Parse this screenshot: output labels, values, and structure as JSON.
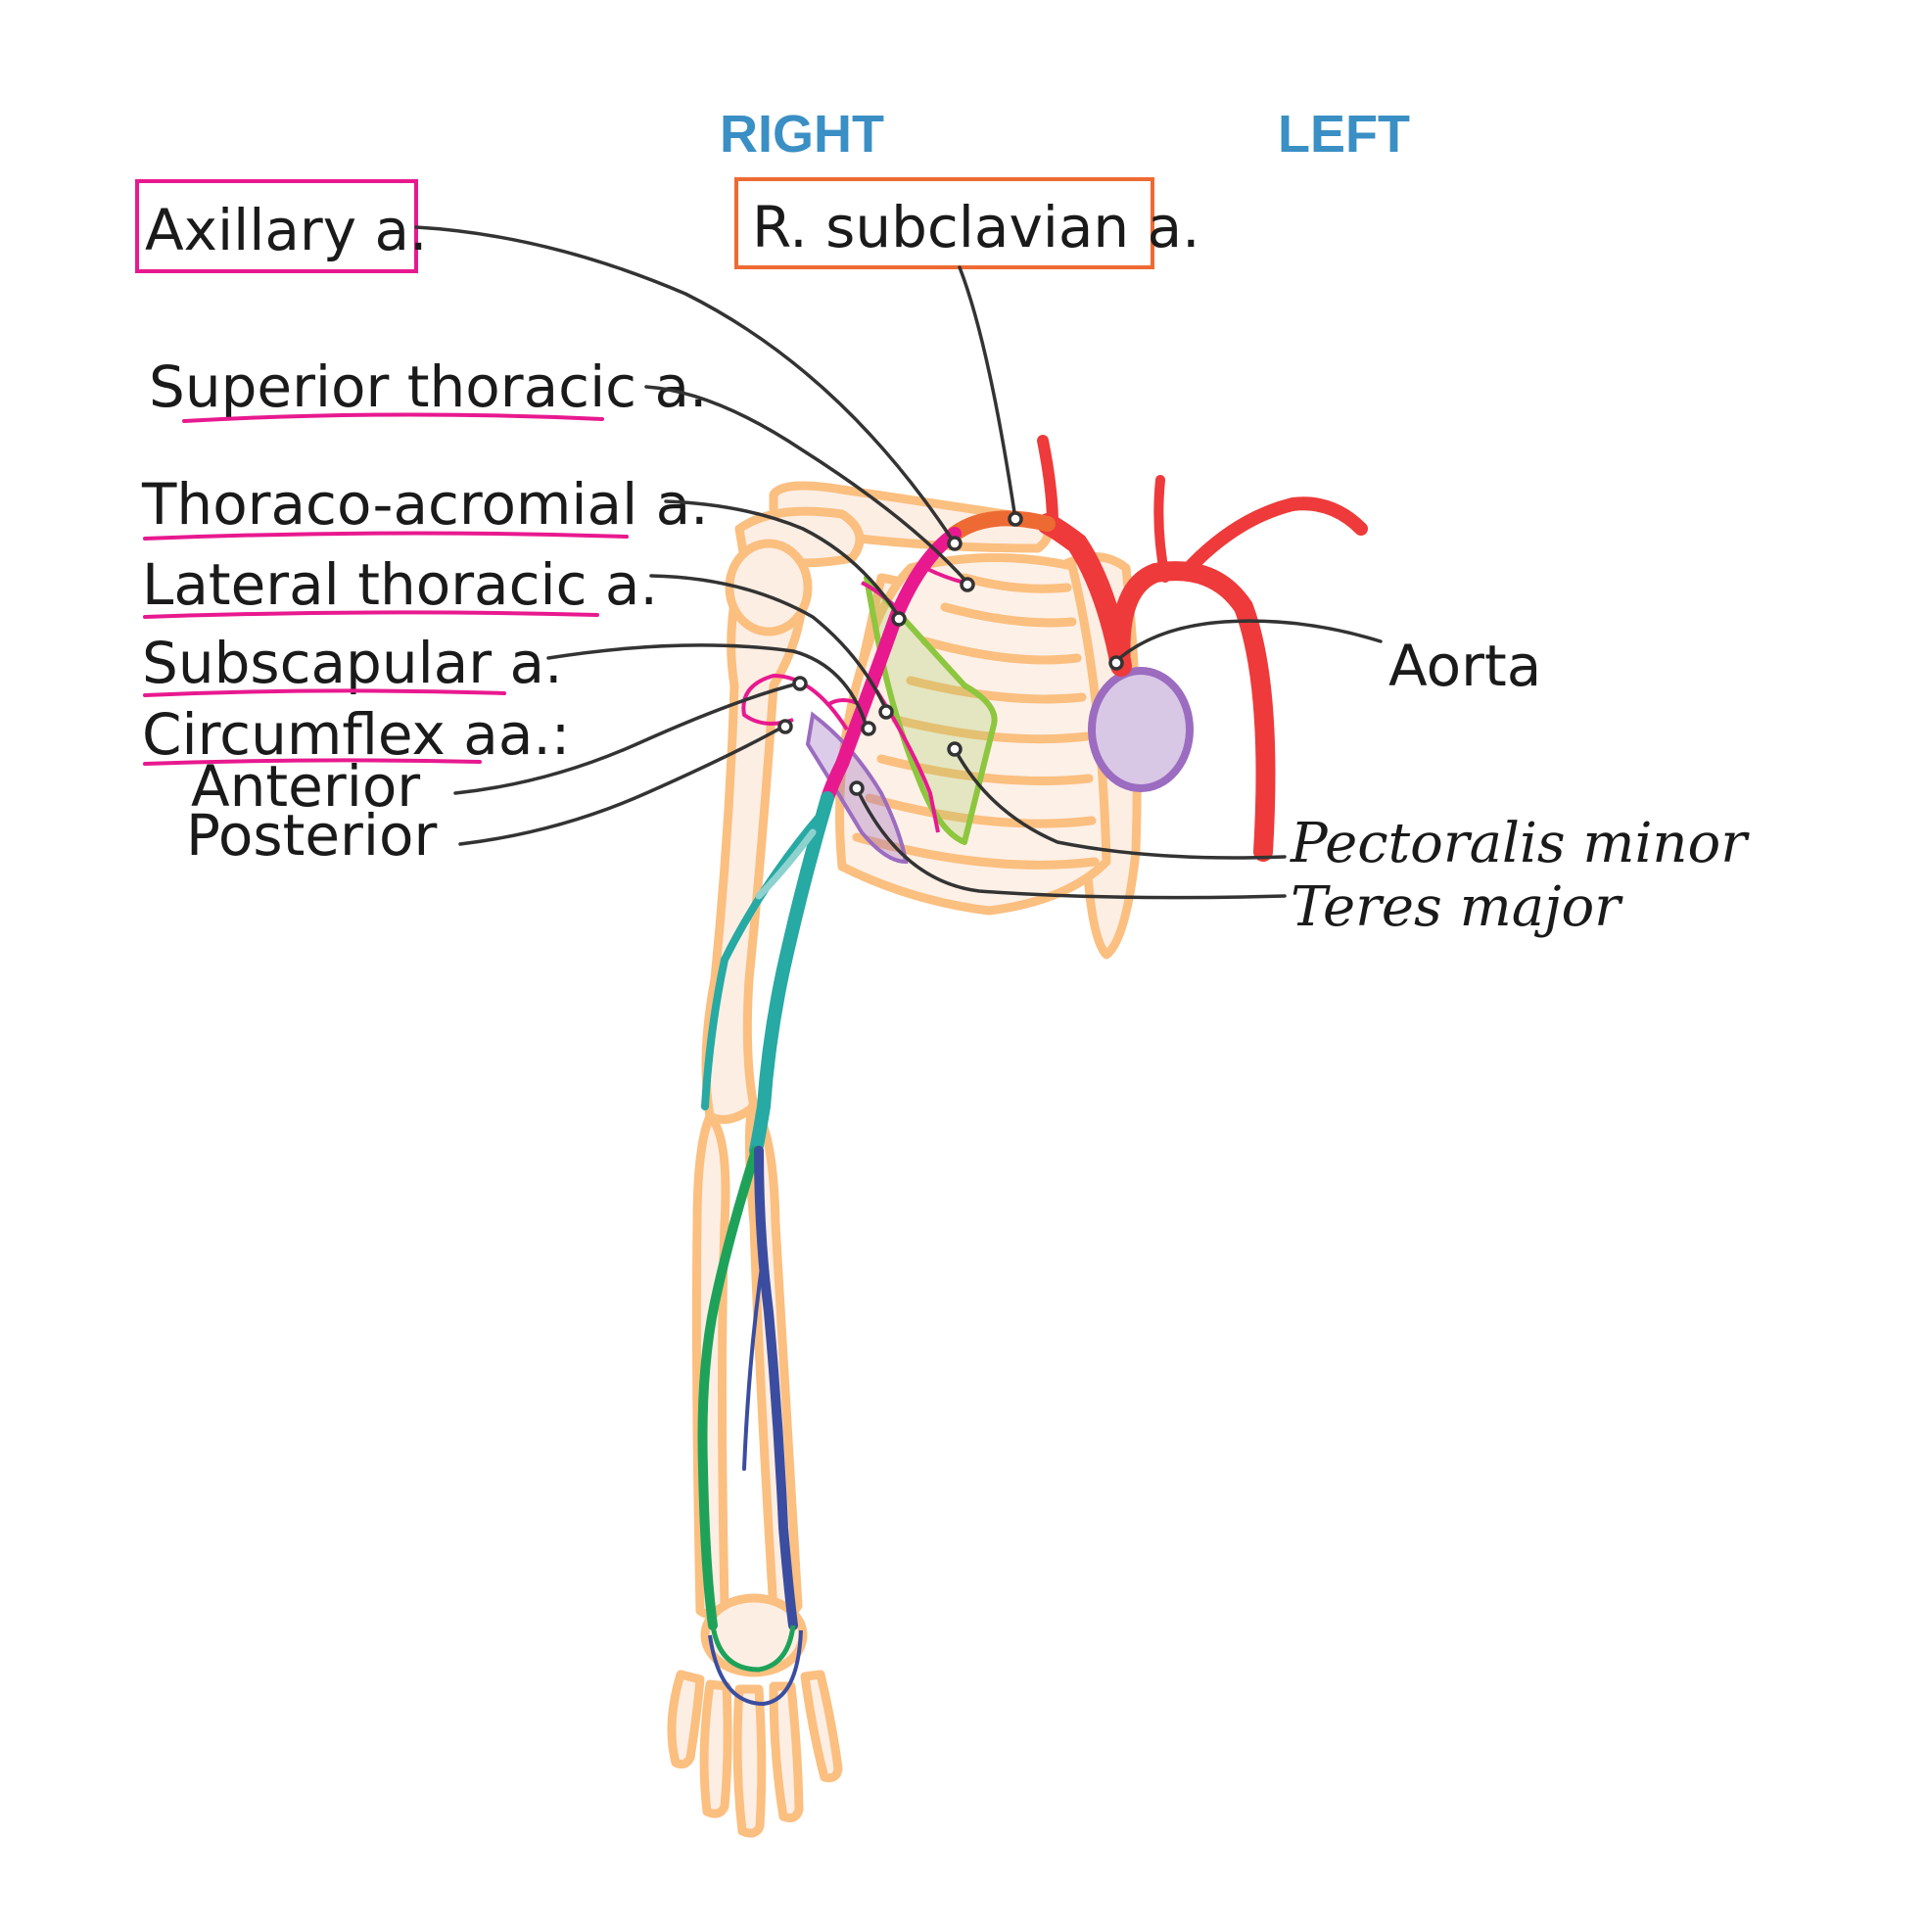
{
  "header": {
    "right": "RIGHT",
    "left": "LEFT"
  },
  "labels": {
    "axillary": "Axillary a.",
    "subclavian": "R. subclavian a.",
    "superior_thoracic": "Superior thoracic a.",
    "thoraco_acromial": "Thoraco-acromial a.",
    "lateral_thoracic": "Lateral thoracic a.",
    "subscapular": "Subscapular a.",
    "circumflex": "Circumflex aa.:",
    "anterior": "Anterior",
    "posterior": "Posterior",
    "aorta": "Aorta",
    "pectoralis_minor": "Pectoralis minor",
    "teres_major": "Teres major"
  },
  "colors": {
    "heading_blue": "#3a8fc4",
    "axillary_magenta": "#e8198f",
    "subclavian_orange": "#ee6a33",
    "aorta_red": "#ee3a3a",
    "heart_purple": "#9b6cc0",
    "bone_orange": "#fbbf80",
    "muscle_green": "#8dc63f",
    "brachial_teal": "#27a9a4",
    "radial_green": "#1ea25a",
    "ulnar_blue": "#3b4da0"
  }
}
